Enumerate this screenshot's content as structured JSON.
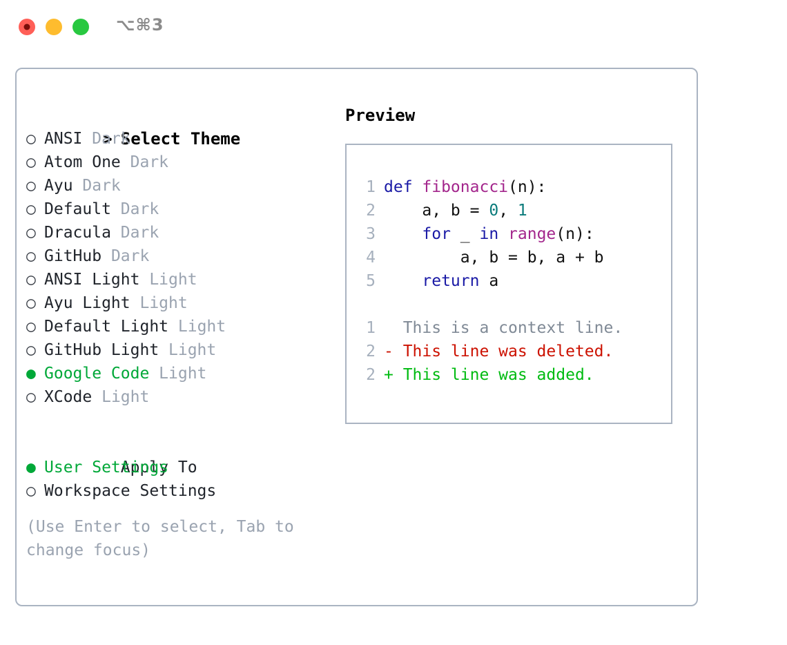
{
  "window": {
    "shortcut_label": "⌥⌘3",
    "traffic_lights": [
      {
        "name": "close",
        "color": "#ff5f57"
      },
      {
        "name": "minimize",
        "color": "#febc2e"
      },
      {
        "name": "zoom",
        "color": "#28c840"
      }
    ]
  },
  "theme_picker": {
    "prompt_marker": ">",
    "title": "Select Theme",
    "selected_marker": "●",
    "unselected_marker": "○",
    "items": [
      {
        "name": "ANSI",
        "kind": "Dark",
        "selected": false
      },
      {
        "name": "Atom One",
        "kind": "Dark",
        "selected": false
      },
      {
        "name": "Ayu",
        "kind": "Dark",
        "selected": false
      },
      {
        "name": "Default",
        "kind": "Dark",
        "selected": false
      },
      {
        "name": "Dracula",
        "kind": "Dark",
        "selected": false
      },
      {
        "name": "GitHub",
        "kind": "Dark",
        "selected": false
      },
      {
        "name": "ANSI Light",
        "kind": "Light",
        "selected": false
      },
      {
        "name": "Ayu Light",
        "kind": "Light",
        "selected": false
      },
      {
        "name": "Default Light",
        "kind": "Light",
        "selected": false
      },
      {
        "name": "GitHub Light",
        "kind": "Light",
        "selected": false
      },
      {
        "name": "Google Code",
        "kind": "Light",
        "selected": true
      },
      {
        "name": "XCode",
        "kind": "Light",
        "selected": false
      }
    ]
  },
  "apply_to": {
    "label": "Apply To",
    "options": [
      {
        "name": "User Settings",
        "selected": true
      },
      {
        "name": "Workspace Settings",
        "selected": false
      }
    ]
  },
  "hint": {
    "text": "(Use Enter to select, Tab to change focus)"
  },
  "preview": {
    "title": "Preview",
    "code_lines": [
      {
        "no": "1",
        "tokens": [
          {
            "t": "def ",
            "c": "tok-kw"
          },
          {
            "t": "fibonacci",
            "c": "tok-fn"
          },
          {
            "t": "(n):",
            "c": "tok-txt"
          }
        ]
      },
      {
        "no": "2",
        "tokens": [
          {
            "t": "    a, b = ",
            "c": "tok-txt"
          },
          {
            "t": "0",
            "c": "tok-num"
          },
          {
            "t": ", ",
            "c": "tok-txt"
          },
          {
            "t": "1",
            "c": "tok-num"
          }
        ]
      },
      {
        "no": "3",
        "tokens": [
          {
            "t": "    ",
            "c": "tok-txt"
          },
          {
            "t": "for",
            "c": "tok-kw"
          },
          {
            "t": " _ ",
            "c": "tok-txt"
          },
          {
            "t": "in",
            "c": "tok-kw"
          },
          {
            "t": " ",
            "c": "tok-txt"
          },
          {
            "t": "range",
            "c": "tok-fn"
          },
          {
            "t": "(n):",
            "c": "tok-txt"
          }
        ]
      },
      {
        "no": "4",
        "tokens": [
          {
            "t": "        a, b = b, a + b",
            "c": "tok-txt"
          }
        ]
      },
      {
        "no": "5",
        "tokens": [
          {
            "t": "    ",
            "c": "tok-txt"
          },
          {
            "t": "return",
            "c": "tok-kw"
          },
          {
            "t": " a",
            "c": "tok-txt"
          }
        ]
      }
    ],
    "diff_lines": [
      {
        "no": "1",
        "tokens": [
          {
            "t": "  This is a context line.",
            "c": "diff-ctx"
          }
        ]
      },
      {
        "no": "2",
        "tokens": [
          {
            "t": "- This line was deleted.",
            "c": "diff-del"
          }
        ]
      },
      {
        "no": "2",
        "tokens": [
          {
            "t": "+ This line was added.",
            "c": "diff-add"
          }
        ]
      }
    ]
  },
  "colors": {
    "accent_green": "#00a838",
    "muted_gray": "#9aa3b0",
    "border": "#aab4c2",
    "keyword": "#1a1aa6",
    "function": "#a3268c",
    "number": "#0a7b7b",
    "diff_delete": "#cc1100",
    "diff_add": "#00bb11"
  }
}
